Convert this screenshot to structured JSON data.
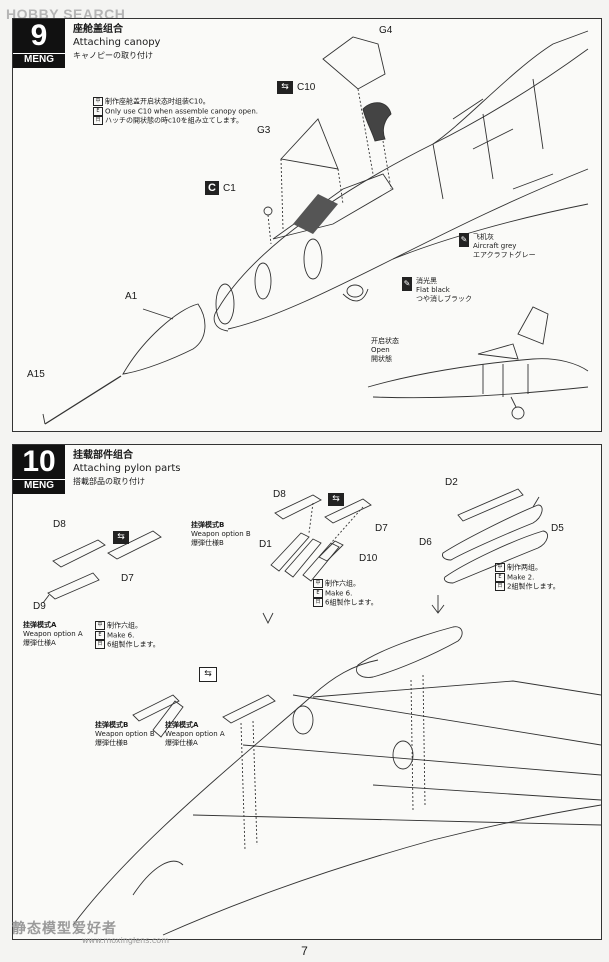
{
  "watermark_top": "HOBBY SEARCH",
  "watermark_bottom": "静态模型爱好者",
  "watermark_bottom_url": "www.moxinglens.com",
  "page_number": "7",
  "brand": "MENG",
  "step9": {
    "number": "9",
    "title_cn": "座舱盖组合",
    "title_en": "Attaching canopy",
    "title_jp": "キャノピーの取り付け",
    "note": {
      "cn": "制作座舱盖开启状态时组装C10。",
      "en": "Only use C10 when assemble canopy open.",
      "jp": "ハッチの開状態の時c10を組み立てします。"
    },
    "parts": {
      "g4": "G4",
      "c10": "C10",
      "g3": "G3",
      "c1": "C1",
      "a1": "A1",
      "a15": "A15"
    },
    "c_marker": "C",
    "paint_grey": {
      "cn": "飞机灰",
      "en": "Aircraft grey",
      "jp": "エアクラフトグレー"
    },
    "paint_black": {
      "cn": "消光黑",
      "en": "Flat black",
      "jp": "つや消しブラック"
    },
    "open_state": {
      "cn": "开启状态",
      "en": "Open",
      "jp": "開状態"
    }
  },
  "step10": {
    "number": "10",
    "title_cn": "挂载部件组合",
    "title_en": "Attaching pylon parts",
    "title_jp": "搭載部品の取り付け",
    "parts": {
      "d8a": "D8",
      "d7a": "D7",
      "d9": "D9",
      "d8b": "D8",
      "d7b": "D7",
      "d1": "D1",
      "d10": "D10",
      "d2": "D2",
      "d5": "D5",
      "d6": "D6"
    },
    "option_a_top": {
      "cn": "挂弹模式A",
      "en": "Weapon option A",
      "jp": "爆弾仕様A"
    },
    "option_b_top": {
      "cn": "挂弹模式B",
      "en": "Weapon option B",
      "jp": "爆弾仕様B"
    },
    "make6_left": {
      "cn": "制作六组。",
      "en": "Make 6.",
      "jp": "6組製作します。"
    },
    "make6_mid": {
      "cn": "制作六组。",
      "en": "Make 6.",
      "jp": "6組製作します。"
    },
    "make2": {
      "cn": "制作两组。",
      "en": "Make 2.",
      "jp": "2組製作します。"
    },
    "option_b_bottom": {
      "cn": "挂弹模式B",
      "en": "Weapon option B",
      "jp": "爆弾仕様B"
    },
    "option_a_bottom": {
      "cn": "挂弹模式A",
      "en": "Weapon option A",
      "jp": "爆弾仕様A"
    }
  }
}
